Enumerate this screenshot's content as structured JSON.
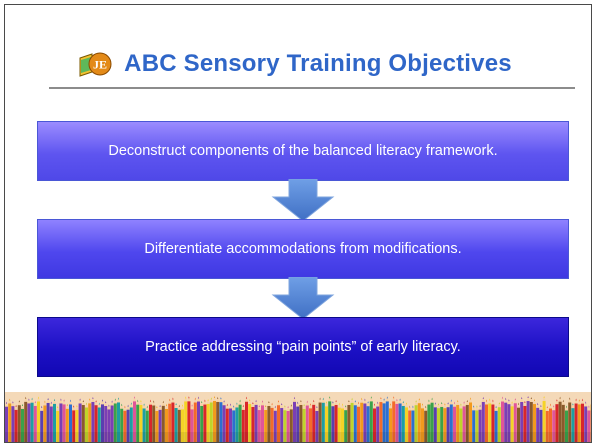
{
  "slide": {
    "title": "ABC Sensory Training Objectives",
    "objectives": [
      "Deconstruct components of the balanced literacy framework.",
      "Differentiate accommodations from modifications.",
      "Practice addressing “pain points” of early literacy."
    ],
    "logo_icon": "book-logo-icon",
    "footer_icon": "colored-pencils-icon"
  },
  "colors": {
    "title": "#2f66c8",
    "box_light": "#5e55f0",
    "box_dark": "#1c10c4",
    "arrow": "#4f86d8"
  }
}
